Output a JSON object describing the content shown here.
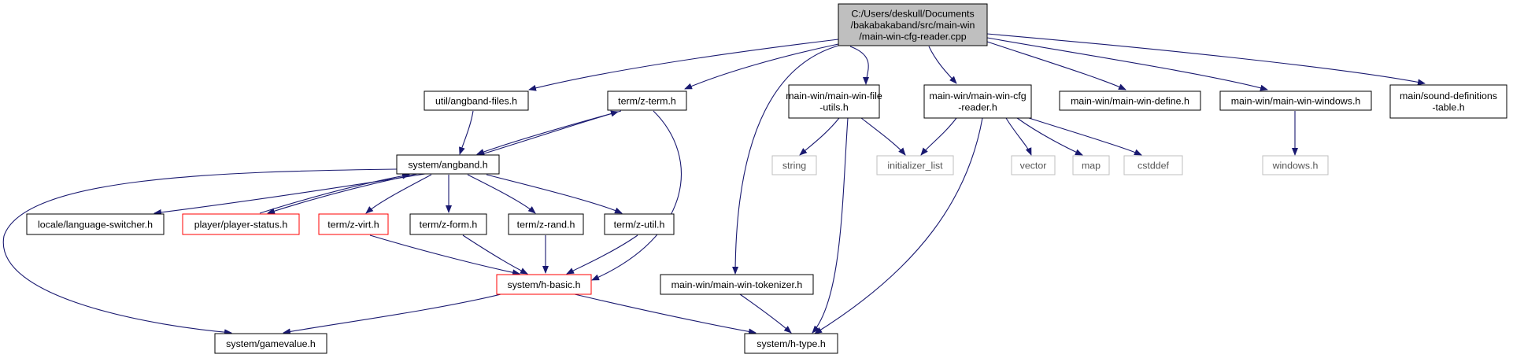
{
  "colors": {
    "edge": "#191970",
    "node_border": "#000000",
    "node_border_incomplete": "#ff0000",
    "node_border_external": "#bfbfbf",
    "root_fill": "#bfbfbf",
    "node_fill": "#ffffff"
  },
  "nodes": [
    {
      "id": "root",
      "lines": [
        "C:/Users/deskull/Documents",
        "/bakabakaband/src/main-win",
        "/main-win-cfg-reader.cpp"
      ],
      "kind": "root"
    },
    {
      "id": "angband_files",
      "lines": [
        "util/angband-files.h"
      ],
      "kind": "normal"
    },
    {
      "id": "z_term",
      "lines": [
        "term/z-term.h"
      ],
      "kind": "normal"
    },
    {
      "id": "file_utils",
      "lines": [
        "main-win/main-win-file",
        "-utils.h"
      ],
      "kind": "normal"
    },
    {
      "id": "cfg_reader_h",
      "lines": [
        "main-win/main-win-cfg",
        "-reader.h"
      ],
      "kind": "normal"
    },
    {
      "id": "win_define",
      "lines": [
        "main-win/main-win-define.h"
      ],
      "kind": "normal"
    },
    {
      "id": "win_windows",
      "lines": [
        "main-win/main-win-windows.h"
      ],
      "kind": "normal"
    },
    {
      "id": "sound_defs",
      "lines": [
        "main/sound-definitions",
        "-table.h"
      ],
      "kind": "normal"
    },
    {
      "id": "angband_h",
      "lines": [
        "system/angband.h"
      ],
      "kind": "normal"
    },
    {
      "id": "string",
      "lines": [
        "string"
      ],
      "kind": "external"
    },
    {
      "id": "initializer_list",
      "lines": [
        "initializer_list"
      ],
      "kind": "external"
    },
    {
      "id": "vector",
      "lines": [
        "vector"
      ],
      "kind": "external"
    },
    {
      "id": "map",
      "lines": [
        "map"
      ],
      "kind": "external"
    },
    {
      "id": "cstddef",
      "lines": [
        "cstddef"
      ],
      "kind": "external"
    },
    {
      "id": "windows_h",
      "lines": [
        "windows.h"
      ],
      "kind": "external"
    },
    {
      "id": "lang_switcher",
      "lines": [
        "locale/language-switcher.h"
      ],
      "kind": "normal"
    },
    {
      "id": "player_status",
      "lines": [
        "player/player-status.h"
      ],
      "kind": "incomplete"
    },
    {
      "id": "z_virt",
      "lines": [
        "term/z-virt.h"
      ],
      "kind": "incomplete"
    },
    {
      "id": "z_form",
      "lines": [
        "term/z-form.h"
      ],
      "kind": "normal"
    },
    {
      "id": "z_rand",
      "lines": [
        "term/z-rand.h"
      ],
      "kind": "normal"
    },
    {
      "id": "z_util",
      "lines": [
        "term/z-util.h"
      ],
      "kind": "normal"
    },
    {
      "id": "h_basic",
      "lines": [
        "system/h-basic.h"
      ],
      "kind": "incomplete"
    },
    {
      "id": "tokenizer",
      "lines": [
        "main-win/main-win-tokenizer.h"
      ],
      "kind": "normal"
    },
    {
      "id": "gamevalue",
      "lines": [
        "system/gamevalue.h"
      ],
      "kind": "normal"
    },
    {
      "id": "h_type",
      "lines": [
        "system/h-type.h"
      ],
      "kind": "normal"
    }
  ],
  "edges": [
    [
      "root",
      "angband_files"
    ],
    [
      "root",
      "z_term"
    ],
    [
      "root",
      "file_utils"
    ],
    [
      "root",
      "cfg_reader_h"
    ],
    [
      "root",
      "win_define"
    ],
    [
      "root",
      "win_windows"
    ],
    [
      "root",
      "sound_defs"
    ],
    [
      "root",
      "tokenizer"
    ],
    [
      "angband_files",
      "angband_h"
    ],
    [
      "z_term",
      "angband_h"
    ],
    [
      "angband_h",
      "z_term"
    ],
    [
      "z_term",
      "h_basic"
    ],
    [
      "angband_h",
      "lang_switcher"
    ],
    [
      "angband_h",
      "player_status"
    ],
    [
      "player_status",
      "angband_h"
    ],
    [
      "angband_h",
      "z_virt"
    ],
    [
      "angband_h",
      "z_form"
    ],
    [
      "angband_h",
      "z_rand"
    ],
    [
      "angband_h",
      "z_util"
    ],
    [
      "angband_h",
      "gamevalue"
    ],
    [
      "z_virt",
      "h_basic"
    ],
    [
      "z_form",
      "h_basic"
    ],
    [
      "z_rand",
      "h_basic"
    ],
    [
      "z_util",
      "h_basic"
    ],
    [
      "h_basic",
      "gamevalue"
    ],
    [
      "h_basic",
      "h_type"
    ],
    [
      "file_utils",
      "string"
    ],
    [
      "file_utils",
      "initializer_list"
    ],
    [
      "file_utils",
      "h_type"
    ],
    [
      "cfg_reader_h",
      "initializer_list"
    ],
    [
      "cfg_reader_h",
      "vector"
    ],
    [
      "cfg_reader_h",
      "map"
    ],
    [
      "cfg_reader_h",
      "cstddef"
    ],
    [
      "cfg_reader_h",
      "h_type"
    ],
    [
      "tokenizer",
      "h_type"
    ],
    [
      "win_windows",
      "windows_h"
    ]
  ]
}
